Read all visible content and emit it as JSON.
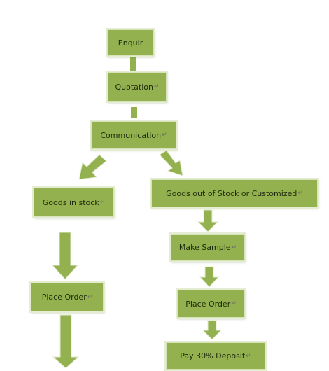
{
  "diagram": {
    "colors": {
      "box_fill": "#93b14e",
      "box_edge": "#d6e3bb",
      "arrow_fill": "#93b14e",
      "text": "#1e2a0c"
    },
    "nodes": {
      "enquiry": {
        "label": "Enquir",
        "mark": ""
      },
      "quotation": {
        "label": "Quotation",
        "mark": "↵"
      },
      "communication": {
        "label": "Communication",
        "mark": "↵"
      },
      "goods_in_stock": {
        "label": "Goods in stock",
        "mark": "↵"
      },
      "goods_out_of_stock": {
        "label": "Goods out of Stock or Customized",
        "mark": "↵"
      },
      "make_sample": {
        "label": "Make Sample",
        "mark": "↵"
      },
      "place_order_left": {
        "label": "Place Order",
        "mark": "↵"
      },
      "place_order_right": {
        "label": "Place Order",
        "mark": "↵"
      },
      "pay_deposit": {
        "label": "Pay 30% Deposit",
        "mark": "↵"
      }
    }
  }
}
